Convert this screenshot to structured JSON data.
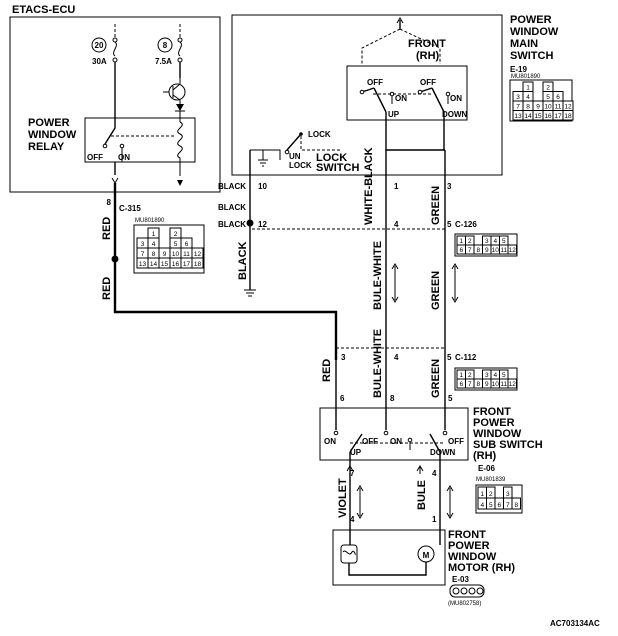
{
  "title": "AC703134AC",
  "ecu": "ETACS-ECU",
  "relay": {
    "l1": "POWER",
    "l2": "WINDOW",
    "l3": "RELAY",
    "off": "OFF",
    "on": "ON"
  },
  "fuses": [
    {
      "num": "20",
      "amp": "30A"
    },
    {
      "num": "8",
      "amp": "7.5A"
    }
  ],
  "main_switch": {
    "l1": "POWER",
    "l2": "WINDOW",
    "l3": "MAIN",
    "l4": "SWITCH",
    "code": "E-19",
    "part": "MU801890",
    "front_l1": "FRONT",
    "front_l2": "(RH)",
    "off": "OFF",
    "on": "ON",
    "up": "UP",
    "down": "DOWN",
    "lock": "LOCK",
    "lock_sw_l1": "LOCK",
    "lock_sw_l2": "SWITCH",
    "un": "UN",
    "lock_short": "LOCK"
  },
  "sub_switch": {
    "l1": "FRONT",
    "l2": "POWER",
    "l3": "WINDOW",
    "l4": "SUB SWITCH",
    "l5": "(RH)",
    "code": "E-06",
    "part": "MU801839",
    "on": "ON",
    "off": "OFF",
    "up": "UP",
    "down": "DOWN"
  },
  "motor": {
    "l1": "FRONT",
    "l2": "POWER",
    "l3": "WINDOW",
    "l4": "MOTOR (RH)",
    "code": "E-03",
    "part": "(MU802758)"
  },
  "connectors": {
    "c315": "C-315",
    "c126": "C-126",
    "c112": "C-112",
    "c315_part": "MU801890"
  },
  "wire_colors": {
    "black": "BLACK",
    "red": "RED",
    "white_black": "WHITE-BLACK",
    "green": "GREEN",
    "bule_white": "BULE-WHITE",
    "violet": "VIOLET",
    "bule": "BULE"
  },
  "pins": {
    "p10": "10",
    "p1": "1",
    "p3": "3",
    "p8": "8",
    "p12": "12",
    "p4": "4",
    "p5": "5",
    "p6": "6",
    "p7": "7"
  },
  "grid_c315": [
    [
      "",
      "1",
      "",
      "2",
      ""
    ],
    [
      "3",
      "4",
      "",
      "5",
      "6"
    ],
    [
      "7",
      "8",
      "9",
      "10",
      "11",
      "12"
    ],
    [
      "13",
      "14",
      "15",
      "16",
      "17",
      "18"
    ]
  ],
  "grid_main": [
    [
      "",
      "1",
      "",
      "2",
      ""
    ],
    [
      "3",
      "4",
      "",
      "5",
      "6"
    ],
    [
      "7",
      "8",
      "9",
      "10",
      "11",
      "12"
    ],
    [
      "13",
      "14",
      "15",
      "16",
      "17",
      "18"
    ]
  ],
  "grid_c126_r1": [
    "1",
    "2",
    "3",
    "4",
    "5"
  ],
  "grid_c126_r2": [
    "6",
    "7",
    "8",
    "9",
    "10",
    "11",
    "12"
  ],
  "grid_e06_r1": [
    "1",
    "2",
    "3"
  ],
  "grid_e06_r2": [
    "4",
    "5",
    "6",
    "7",
    "8"
  ]
}
